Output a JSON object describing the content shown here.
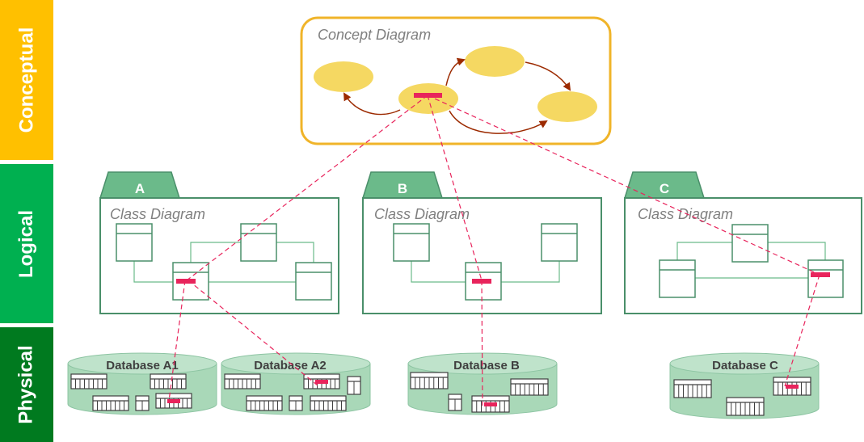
{
  "layers": {
    "conceptual": "Conceptual",
    "logical": "Logical",
    "physical": "Physical"
  },
  "concept": {
    "title": "Concept Diagram"
  },
  "packages": [
    {
      "tab": "A",
      "title": "Class Diagram"
    },
    {
      "tab": "B",
      "title": "Class Diagram"
    },
    {
      "tab": "C",
      "title": "Class Diagram"
    }
  ],
  "databases": [
    {
      "name": "Database A1"
    },
    {
      "name": "Database A2"
    },
    {
      "name": "Database B"
    },
    {
      "name": "Database C"
    }
  ],
  "colors": {
    "conceptual": "#ffc000",
    "logical": "#00b050",
    "physical": "#007a1f",
    "concept_border": "#f0b429",
    "ellipse_fill": "#f5d862",
    "arrow": "#9c2a00",
    "package_border": "#4a8f6a",
    "package_tab": "#6bba8a",
    "db_fill": "#a9d8b8",
    "highlight": "#e8245c"
  }
}
